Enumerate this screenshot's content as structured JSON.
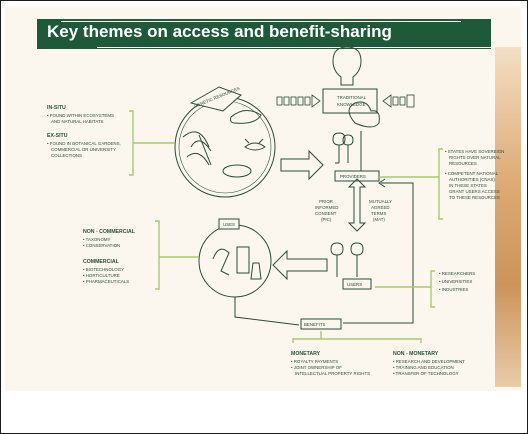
{
  "slide": {
    "title": "Key themes on access and benefit-sharing"
  },
  "diagram": {
    "genetic_resources": "GENETIC RESOURCES",
    "traditional_knowledge": [
      "TRADITIONAL",
      "KNOWLEDGE"
    ],
    "in_situ": {
      "heading": "IN-SITU",
      "lines": [
        "• FOUND WITHIN ECOSYSTEMS",
        "AND NATURAL HABITATS"
      ]
    },
    "ex_situ": {
      "heading": "EX-SITU",
      "lines": [
        "• FOUND IN BOTANICAL GARDENS,",
        "COMMERCIAL OR UNIVERSITY",
        "COLLECTIONS"
      ]
    },
    "providers": "PROVIDERS",
    "states_note": [
      "• STATES HAVE SOVEREIGN",
      "RIGHTS OVER NATURAL",
      "RESOURCES",
      "• COMPETENT NATIONAL",
      "AUTHORITIES (CNAS)",
      "IN THESE STATES",
      "GRANT USERS ACCESS",
      "TO THESE RESOURCES"
    ],
    "pic": [
      "PRIOR",
      "INFORMED",
      "CONSENT",
      "(PIC)"
    ],
    "mat": [
      "MUTUALLY",
      "AGREED",
      "TERMS",
      "(MAT)"
    ],
    "uses": "USES",
    "users": "USERS",
    "non_commercial": {
      "heading": "NON - COMMERCIAL",
      "lines": [
        "• TAXONOMY",
        "• CONSERVATION"
      ]
    },
    "commercial": {
      "heading": "COMMERCIAL",
      "lines": [
        "• BIOTECHNOLOGY",
        "• HORTICULTURE",
        "• PHARMACEUTICALS"
      ]
    },
    "users_list": [
      "• RESEARCHERS",
      "• UNIVERSITIES",
      "• INDUSTRIES"
    ],
    "benefits": "BENEFITS",
    "monetary": {
      "heading": "MONETARY",
      "lines": [
        "• ROYALTY PAYMENTS",
        "• JOINT OWNERSHIP OF",
        "INTELLECTUAL PROPERTY RIGHTS"
      ]
    },
    "non_monetary": {
      "heading": "NON - MONETARY",
      "lines": [
        "• RESEARCH AND DEVELOPMENT",
        "• TRAINING AND EDUCATION",
        "• TRANSFER OF TECHNOLOGY"
      ]
    }
  },
  "colors": {
    "title_bar": "#1e5a39",
    "ink": "#2a4c38",
    "bracket": "#a8c96a",
    "slide_bg": "#fbf7ef"
  }
}
